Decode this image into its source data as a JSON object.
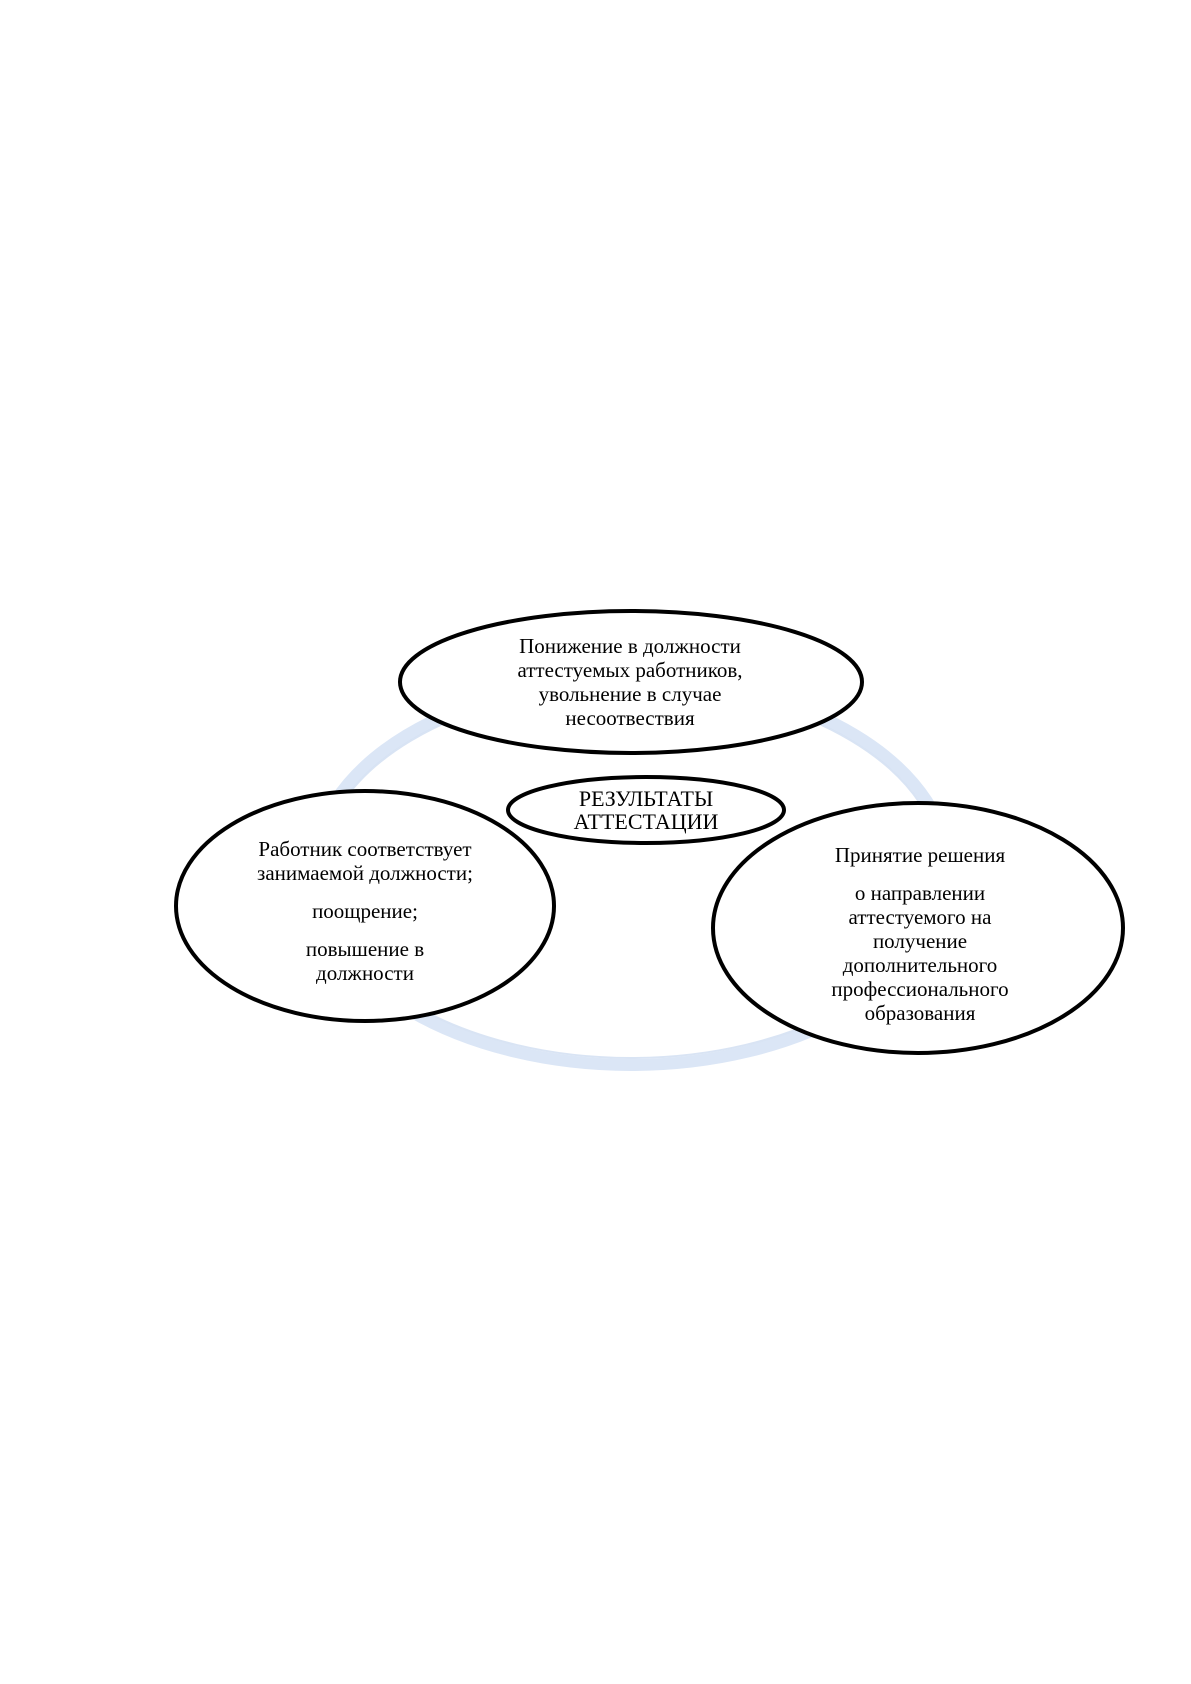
{
  "colors": {
    "background": "#ffffff",
    "ring": "#dbe6f6",
    "ring_inner": "#c9d8ef",
    "ellipse_stroke": "#000000",
    "ellipse_fill": "#ffffff",
    "text": "#000000"
  },
  "diagram": {
    "center": {
      "lines": [
        "РЕЗУЛЬТАТЫ",
        "АТТЕСТАЦИИ"
      ]
    },
    "top": {
      "lines": [
        "Понижение в должности",
        "аттестуемых  работников,",
        "увольнение в случае",
        "несоотвествия"
      ]
    },
    "left": {
      "line1": "Работник соответствует",
      "line2": "занимаемой должности;",
      "line3": "поощрение;",
      "line4": "повышение в",
      "line5": "должности"
    },
    "right": {
      "line1": "Принятие решения",
      "line2": "о направлении",
      "line3": "аттестуемого на",
      "line4": "получение",
      "line5": "дополнительного",
      "line6": "профессионального",
      "line7": "образования"
    }
  }
}
